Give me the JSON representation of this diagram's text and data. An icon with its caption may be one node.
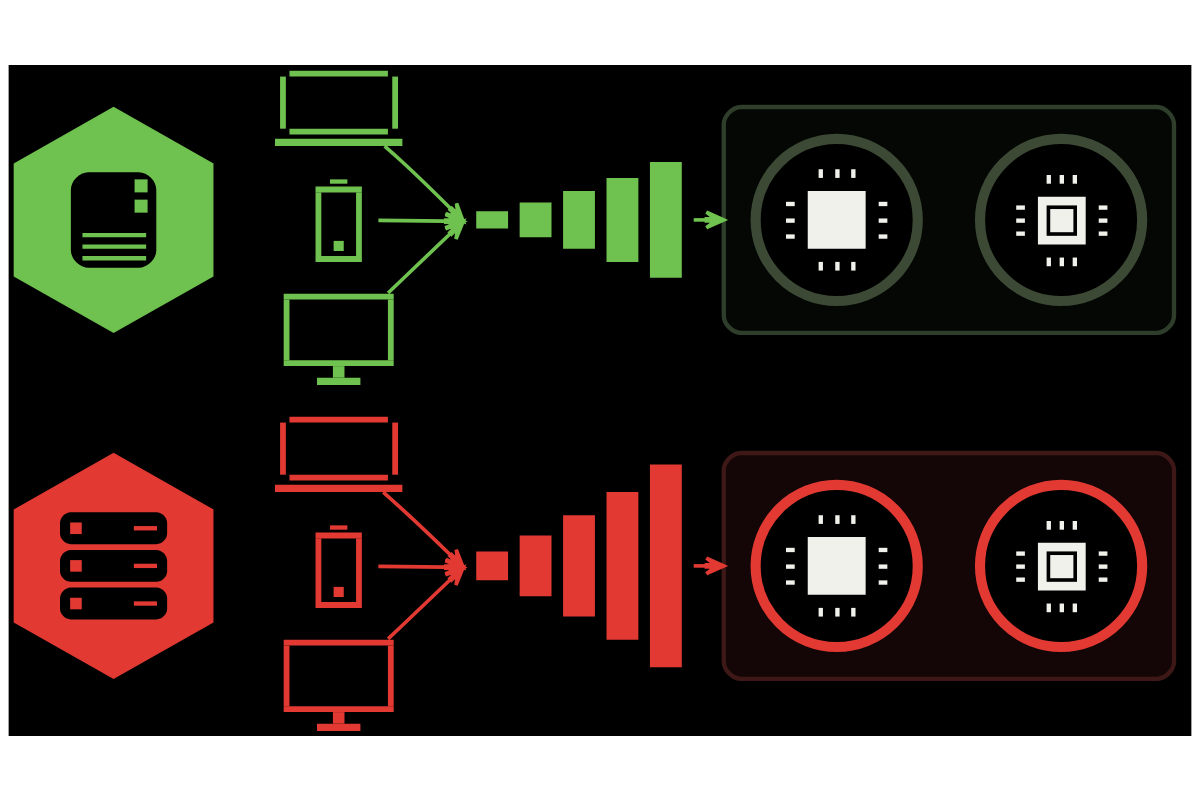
{
  "diagram": {
    "nodes": [
      {
        "text": [],
        "shape": "hexagon"
      },
      {
        "text": [],
        "shape": "picture"
      },
      {
        "text": [],
        "shape": "picture"
      },
      {
        "text": [],
        "shape": "picture"
      },
      {
        "text": [],
        "shape": "picture"
      },
      {
        "text": [],
        "shape": "box"
      },
      {
        "text": [],
        "shape": "circle",
        "in": 5
      },
      {
        "text": [],
        "shape": "circle",
        "in": 5
      },
      {
        "text": [],
        "shape": "hexagon"
      },
      {
        "text": [],
        "shape": "picture"
      },
      {
        "text": [],
        "shape": "picture"
      },
      {
        "text": [],
        "shape": "picture"
      },
      {
        "text": [],
        "shape": "picture"
      },
      {
        "text": [],
        "shape": "box"
      },
      {
        "text": [],
        "shape": "circle",
        "in": 13
      },
      {
        "text": [],
        "shape": "circle",
        "in": 13
      }
    ],
    "edges": [
      {
        "from": 1,
        "to": 4,
        "arrow": "to"
      },
      {
        "from": 2,
        "to": 4,
        "arrow": "to"
      },
      {
        "from": 3,
        "to": 4,
        "arrow": "to"
      },
      {
        "from": 4,
        "to": 5,
        "arrow": "to"
      },
      {
        "from": 9,
        "to": 12,
        "arrow": "to",
        "color": "#e23a33"
      },
      {
        "from": 10,
        "to": 12,
        "arrow": "to",
        "color": "#e23a33"
      },
      {
        "from": 11,
        "to": 12,
        "arrow": "to",
        "color": "#e23a33"
      },
      {
        "from": 12,
        "to": 13,
        "arrow": "to",
        "color": "#e23a33"
      }
    ]
  }
}
